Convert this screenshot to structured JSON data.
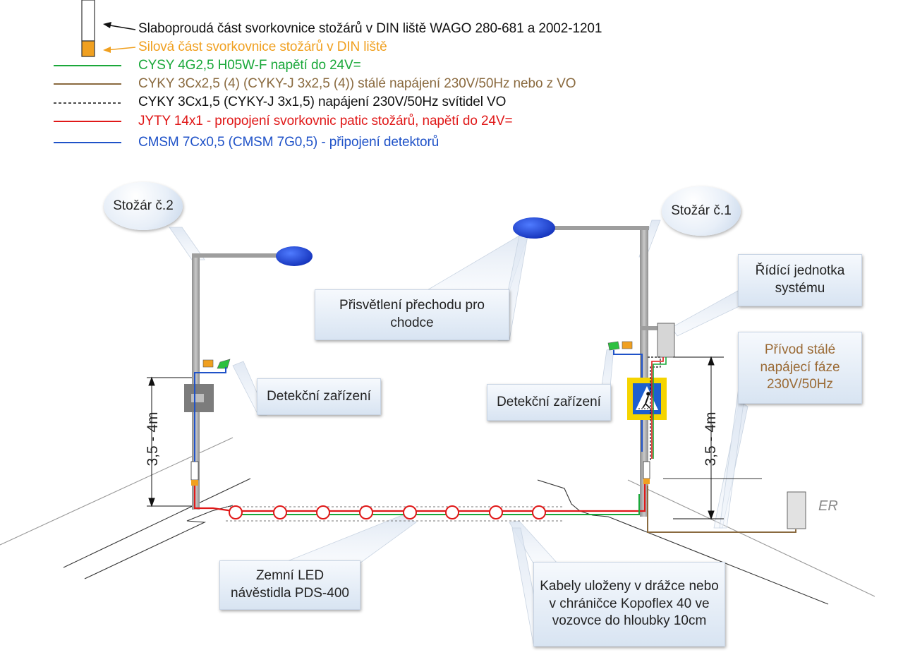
{
  "legend": [
    {
      "text": "Slaboproudá část svorkovnice stožárů v DIN liště WAGO 280-681 a 2002-1201",
      "color": "#111111"
    },
    {
      "text": "Silová část svorkovnice stožárů v DIN liště",
      "color": "#f0a020"
    },
    {
      "text": "CYSY 4G2,5 H05W-F napětí do 24V=",
      "color": "#1aa83a"
    },
    {
      "text": "CYKY 3Cx2,5 (4) (CYKY-J 3x2,5 (4)) stálé napájení 230V/50Hz nebo z VO",
      "color": "#8a6a3f"
    },
    {
      "text": "CYKY 3Cx1,5 (CYKY-J 3x1,5) napájení 230V/50Hz svítidel VO",
      "color": "#111111"
    },
    {
      "text": "JYTY 14x1 - propojení svorkovnic patic stožárů, napětí do 24V=",
      "color": "#e01818"
    },
    {
      "text": "CMSM 7Cx0,5 (CMSM 7G0,5) - připojení detektorů",
      "color": "#1f52c8"
    }
  ],
  "labels": {
    "pole2": "Stožár č.2",
    "pole1": "Stožár č.1",
    "lighting": "Přisvětlení přechodu pro chodce",
    "control_unit": "Řídící jednotka systému",
    "supply": "Přívod stálé napájecí fáze 230V/50Hz",
    "detector_left": "Detekční zařízení",
    "detector_right": "Detekční zařízení",
    "led": "Zemní LED návěstidla PDS-400",
    "cables": "Kabely uloženy v drážce nebo v chráničce Kopoflex 40 ve vozovce do hloubky 10cm",
    "er": "ER",
    "height_left": "3,5 - 4m",
    "height_right": "3,5 - 4m"
  },
  "colors": {
    "low_voltage": "#111111",
    "power": "#f0a020",
    "cysy": "#1aa83a",
    "cyky_fixed": "#8a6a3f",
    "cyky_lamp": "#111111",
    "jyty": "#e01818",
    "cmsm": "#1f52c8",
    "box_text": "#222222",
    "supply_text": "#9a6a35",
    "sign_yellow": "#f5d400",
    "sign_blue": "#1d5fcf",
    "lamp": "#1f45d6"
  }
}
